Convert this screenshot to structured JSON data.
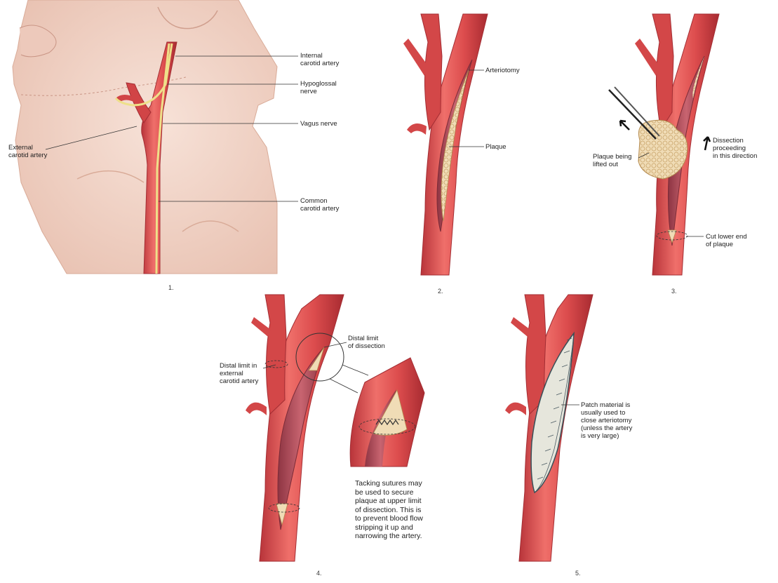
{
  "colors": {
    "artery": "#d84848",
    "artery_dark": "#b52f32",
    "artery_light": "#ee7b78",
    "lumen": "#b14a55",
    "plaque": "#efd9b0",
    "plaque_edge": "#c9a46a",
    "nerve": "#f2e79a",
    "skin": "#f3d7cb",
    "skin_shadow": "#dcb2a2",
    "patch": "#e6e6dc",
    "leader": "#333333"
  },
  "panel1": {
    "number": "1.",
    "labels": {
      "internal_carotid": "Internal\ncarotid artery",
      "hypoglossal": "Hypoglossal\nnerve",
      "vagus": "Vagus nerve",
      "external_carotid": "External\ncarotid artery",
      "common_carotid": "Common\ncarotid artery"
    }
  },
  "panel2": {
    "number": "2.",
    "labels": {
      "arteriotomy": "Arteriotomy",
      "plaque": "Plaque"
    }
  },
  "panel3": {
    "number": "3.",
    "labels": {
      "plaque_lifted": "Plaque being\nlifted out",
      "dissection_direction": "Dissection proceeding\nin this direction",
      "cut_lower_end": "Cut lower end\nof plaque"
    }
  },
  "panel4": {
    "number": "4.",
    "labels": {
      "distal_limit_dissection": "Distal limit\nof dissection",
      "distal_limit_external": "Distal limit in\nexternal\ncarotid artery"
    },
    "tacking_note": "Tacking sutures may\nbe used to secure\nplaque at upper limit\nof dissection. This is\nto prevent blood flow\nstripping it up and\nnarrowing the artery."
  },
  "panel5": {
    "number": "5.",
    "labels": {
      "patch": "Patch material is\nusually used to\nclose arteriotomy\n(unless the artery\nis very large)"
    }
  }
}
